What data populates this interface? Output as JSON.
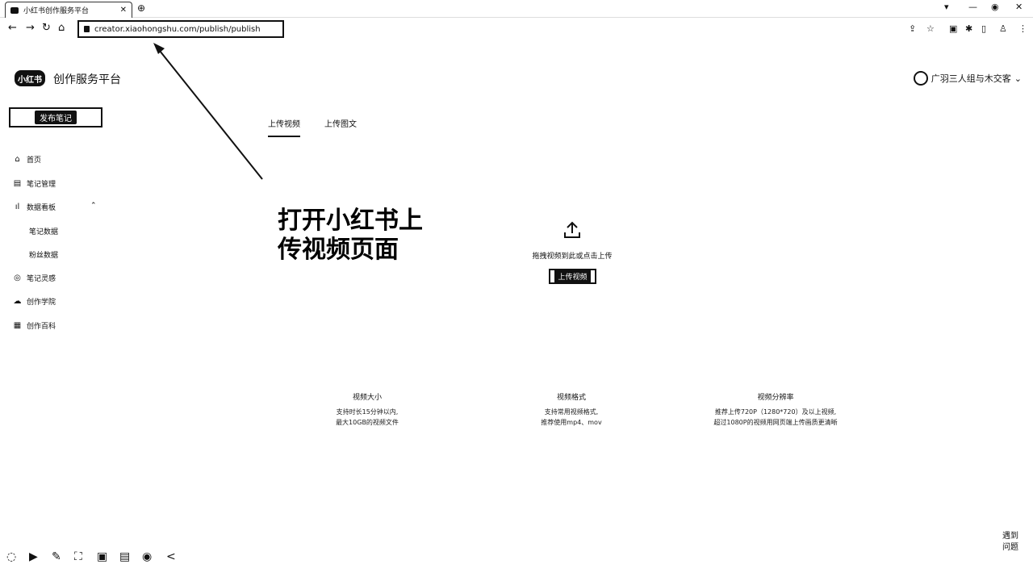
{
  "browser": {
    "tab_title": "小红书创作服务平台",
    "tab_close": "✕",
    "new_tab": "⊕",
    "url": "creator.xiaohongshu.com/publish/publish",
    "nav": {
      "back": "←",
      "forward": "→",
      "reload": "↻",
      "home": "⌂"
    },
    "toolbar_icons": [
      "share-icon",
      "star-icon",
      "extension-a-icon",
      "puzzle-icon",
      "sidebar-icon",
      "profile-icon",
      "menu-icon"
    ]
  },
  "header": {
    "logo_text": "小红书",
    "platform_title": "创作服务平台",
    "user_name": "广羽三人组与木交客",
    "user_chevron": "⌄"
  },
  "sidebar": {
    "publish_button": "发布笔记",
    "items": [
      {
        "icon": "⌂",
        "label": "首页"
      },
      {
        "icon": "▤",
        "label": "笔记管理"
      },
      {
        "icon": "ıl",
        "label": "数据看板"
      },
      {
        "icon": "◎",
        "label": "笔记灵感"
      },
      {
        "icon": "☁",
        "label": "创作学院"
      },
      {
        "icon": "▦",
        "label": "创作百科"
      }
    ],
    "sub_items": [
      "笔记数据",
      "粉丝数据"
    ],
    "expand_chevron": "⌃"
  },
  "main": {
    "tabs": [
      {
        "label": "上传视频",
        "active": true
      },
      {
        "label": "上传图文",
        "active": false
      }
    ],
    "upload_hint": "拖拽视频到此或点击上传",
    "upload_button": "上传视频",
    "requirements": [
      {
        "title": "视频大小",
        "lines": [
          "支持时长15分钟以内,",
          "最大10GB的视频文件"
        ]
      },
      {
        "title": "视频格式",
        "lines": [
          "支持常用视频格式,",
          "推荐使用mp4、mov"
        ]
      },
      {
        "title": "视频分辨率",
        "lines": [
          "推荐上传720P（1280*720）及以上视频,",
          "超过1080P的视频用网页端上传画质更清晰"
        ]
      }
    ]
  },
  "annotation": {
    "line1": "打开小红书上",
    "line2": "传视频页面"
  },
  "bottom": {
    "help_line1": "遇到",
    "help_line2": "问题",
    "collapse": "<"
  }
}
